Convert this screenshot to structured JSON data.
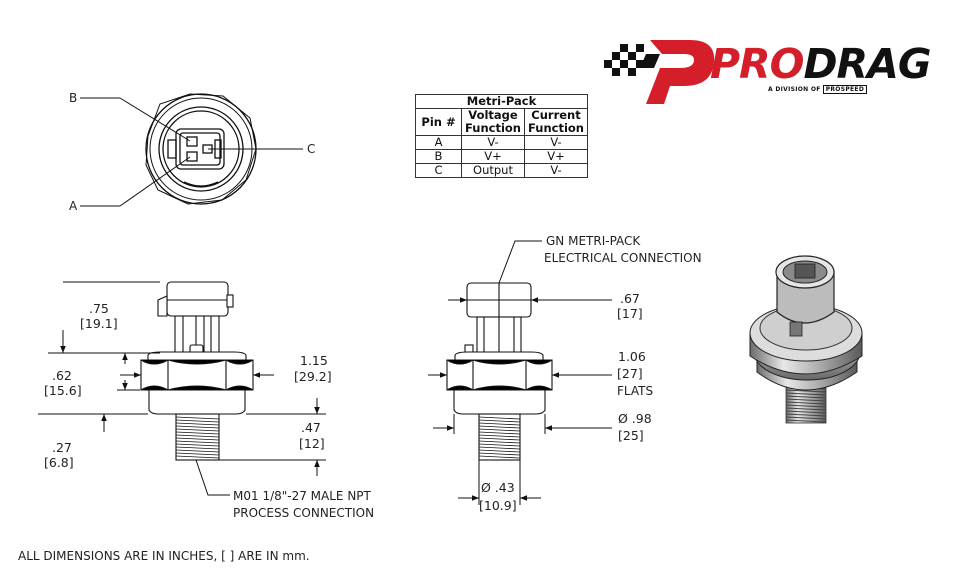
{
  "logo": {
    "brand_red": "PRO",
    "brand_black": "DRAG",
    "tagline": "A DIVISION OF",
    "tagline_box": "PROSPEED",
    "colors": {
      "red": "#d41f2b",
      "black": "#111111"
    }
  },
  "table": {
    "title": "Metri-Pack",
    "headers": [
      "Pin #",
      "Voltage Function",
      "Current Function"
    ],
    "rows": [
      [
        "A",
        "V-",
        "V-"
      ],
      [
        "B",
        "V+",
        "V+"
      ],
      [
        "C",
        "Output",
        "V-"
      ]
    ]
  },
  "end_view": {
    "label_b": "B",
    "label_a": "A",
    "label_c": "C"
  },
  "side_view": {
    "dim_top_in": ".75",
    "dim_top_mm": "[19.1]",
    "dim_hex_in": ".62",
    "dim_hex_mm": "[15.6]",
    "dim_thread_in": ".27",
    "dim_thread_mm": "[6.8]",
    "dim_width_in": "1.15",
    "dim_width_mm": "[29.2]",
    "dim_body_in": ".47",
    "dim_body_mm": "[12]",
    "thread_note_line1": "M01 1/8\"-27 MALE NPT",
    "thread_note_line2": "PROCESS CONNECTION"
  },
  "front_view": {
    "conn_note_line1": "GN METRI-PACK",
    "conn_note_line2": "ELECTRICAL CONNECTION",
    "dim_conn_in": ".67",
    "dim_conn_mm": "[17]",
    "dim_flats_in": "1.06",
    "dim_flats_mm": "[27]",
    "dim_flats_label": "FLATS",
    "dim_dia_in": "Ø .98",
    "dim_dia_mm": "[25]",
    "dim_thread_in": "Ø .43",
    "dim_thread_mm": "[10.9]"
  },
  "footer": "ALL DIMENSIONS ARE IN INCHES, [ ] ARE IN mm."
}
